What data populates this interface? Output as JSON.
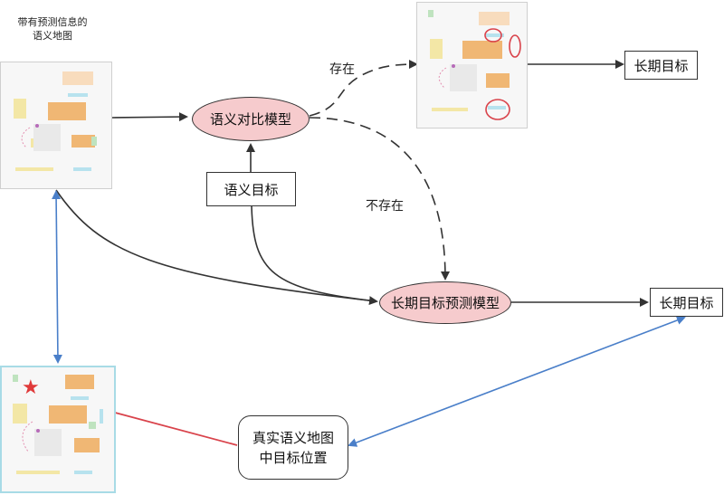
{
  "caption_top_left": [
    "带有预测信息的",
    "语义地图"
  ],
  "nodes": {
    "semantic_compare_model": "语义对比模型",
    "semantic_goal": "语义目标",
    "long_term_goal_top": "长期目标",
    "long_term_prediction_model": "长期目标预测模型",
    "long_term_goal_mid": "长期目标",
    "real_map_goal_position": [
      "真实语义地图",
      "中目标位置"
    ]
  },
  "edge_labels": {
    "exists": "存在",
    "not_exists": "不存在"
  },
  "colors": {
    "ellipse_fill": "#f6cbcd",
    "blue_arrow": "#4a7fc9",
    "red_arrow": "#d9434b",
    "star": "#e03a3a",
    "orange_block": "#f0b774",
    "light_orange_block": "#f8dcbd",
    "cyan_block": "#b7e2ee",
    "yellow_block": "#f3e7a6",
    "green_block": "#bfe3bf"
  }
}
